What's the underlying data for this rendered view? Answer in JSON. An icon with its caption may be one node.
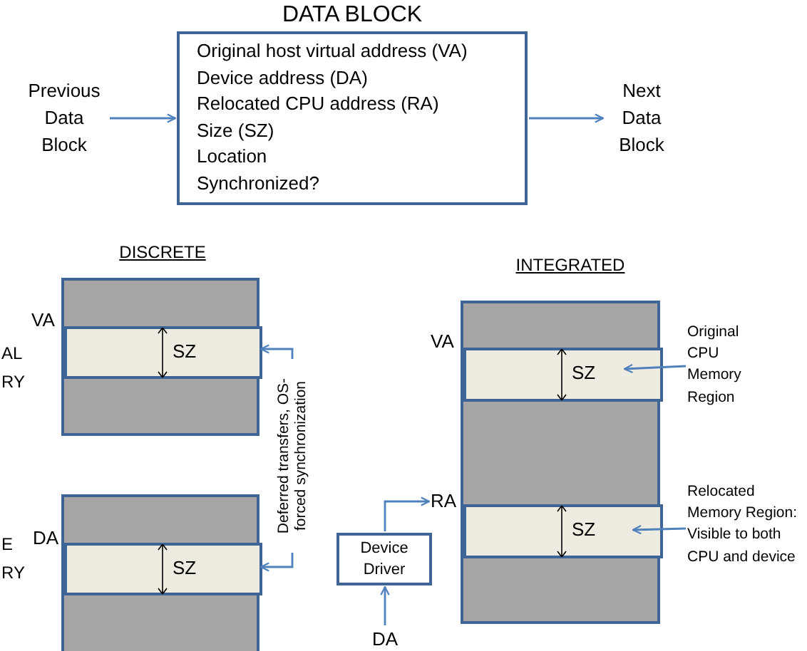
{
  "diagram": {
    "nodes": [
      {
        "text": [
          "DATA BLOCK",
          "Original host virtual address (VA)",
          "Device address (DA)",
          "Relocated CPU address (RA)",
          "Size (SZ)",
          "Location",
          "Synchronized?"
        ]
      },
      {
        "text": [
          "Previous Data Block"
        ]
      },
      {
        "text": [
          "Next Data Block"
        ]
      },
      {
        "text": [],
        "shape": "box"
      },
      {
        "text": [
          "SZ"
        ],
        "in": 3
      },
      {
        "text": [],
        "shape": "box"
      },
      {
        "text": [
          "SZ"
        ],
        "in": 5
      },
      {
        "text": [
          "Original CPU Memory Region"
        ]
      },
      {
        "text": [],
        "shape": "box"
      },
      {
        "text": [
          "SZ"
        ],
        "in": 8
      },
      {
        "text": [
          "RA"
        ]
      },
      {
        "text": [
          "Relocated Memory Region: Visible to both CPU and device"
        ]
      },
      {
        "text": [
          "SZ"
        ],
        "in": 5
      },
      {
        "text": [
          "Device Driver"
        ]
      },
      {
        "text": [
          "DA"
        ]
      }
    ],
    "edges": [
      {
        "from": 1,
        "to": 0,
        "arrow": "to"
      },
      {
        "from": 0,
        "to": 2,
        "arrow": "to"
      },
      {
        "from": 9,
        "to": 4,
        "arrow": "both",
        "label": "Deferred transfers, OS-forced synchronization"
      },
      {
        "from": 7,
        "to": 6,
        "arrow": "to"
      },
      {
        "from": 11,
        "to": 12,
        "arrow": "to"
      },
      {
        "from": 14,
        "to": 13,
        "arrow": "to"
      },
      {
        "from": 13,
        "to": 10,
        "arrow": "to"
      }
    ],
    "labels": [
      "DISCRETE",
      "INTEGRATED",
      "VA",
      "AL RY",
      "VA",
      "DA",
      "E RY"
    ]
  }
}
